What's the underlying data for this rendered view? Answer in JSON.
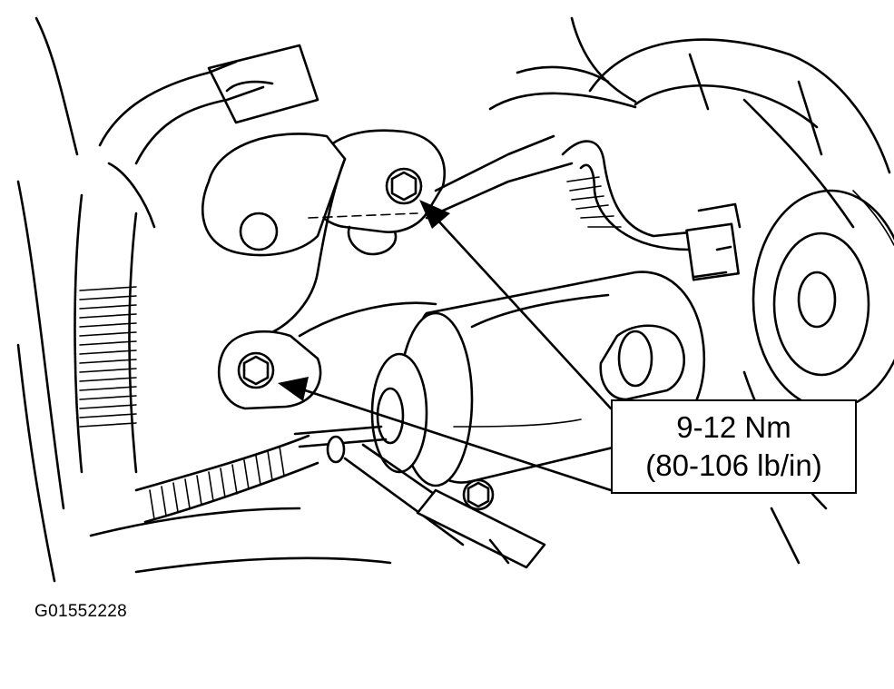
{
  "callout": {
    "line1": "9-12 Nm",
    "line2": "(80-106 lb/in)"
  },
  "figure_id": "G01552228",
  "colors": {
    "line": "#000000",
    "background": "#ffffff"
  }
}
